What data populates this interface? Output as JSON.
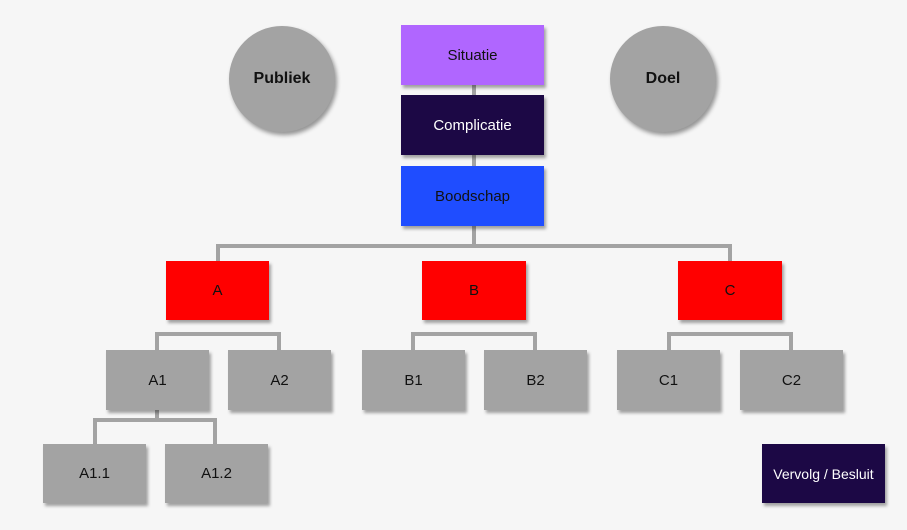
{
  "diagram": {
    "circles": [
      {
        "id": "publiek",
        "label": "Publiek"
      },
      {
        "id": "doel",
        "label": "Doel"
      }
    ],
    "top_stack": [
      {
        "id": "situatie",
        "label": "Situatie"
      },
      {
        "id": "complicatie",
        "label": "Complicatie"
      },
      {
        "id": "boodschap",
        "label": "Boodschap"
      }
    ],
    "level1": [
      {
        "id": "a",
        "label": "A"
      },
      {
        "id": "b",
        "label": "B"
      },
      {
        "id": "c",
        "label": "C"
      }
    ],
    "level2": [
      {
        "id": "a1",
        "label": "A1"
      },
      {
        "id": "a2",
        "label": "A2"
      },
      {
        "id": "b1",
        "label": "B1"
      },
      {
        "id": "b2",
        "label": "B2"
      },
      {
        "id": "c1",
        "label": "C1"
      },
      {
        "id": "c2",
        "label": "C2"
      }
    ],
    "level3": [
      {
        "id": "a1-1",
        "label": "A1.1"
      },
      {
        "id": "a1-2",
        "label": "A1.2"
      }
    ],
    "footer_box": {
      "label": "Vervolg / Besluit"
    }
  },
  "colors": {
    "situatie": "#b066ff",
    "complicatie": "#1c0845",
    "boodschap": "#1f4dff",
    "level1": "#ff0000",
    "level2": "#a3a3a3",
    "circle": "#a3a3a3",
    "footer": "#1c0845"
  }
}
